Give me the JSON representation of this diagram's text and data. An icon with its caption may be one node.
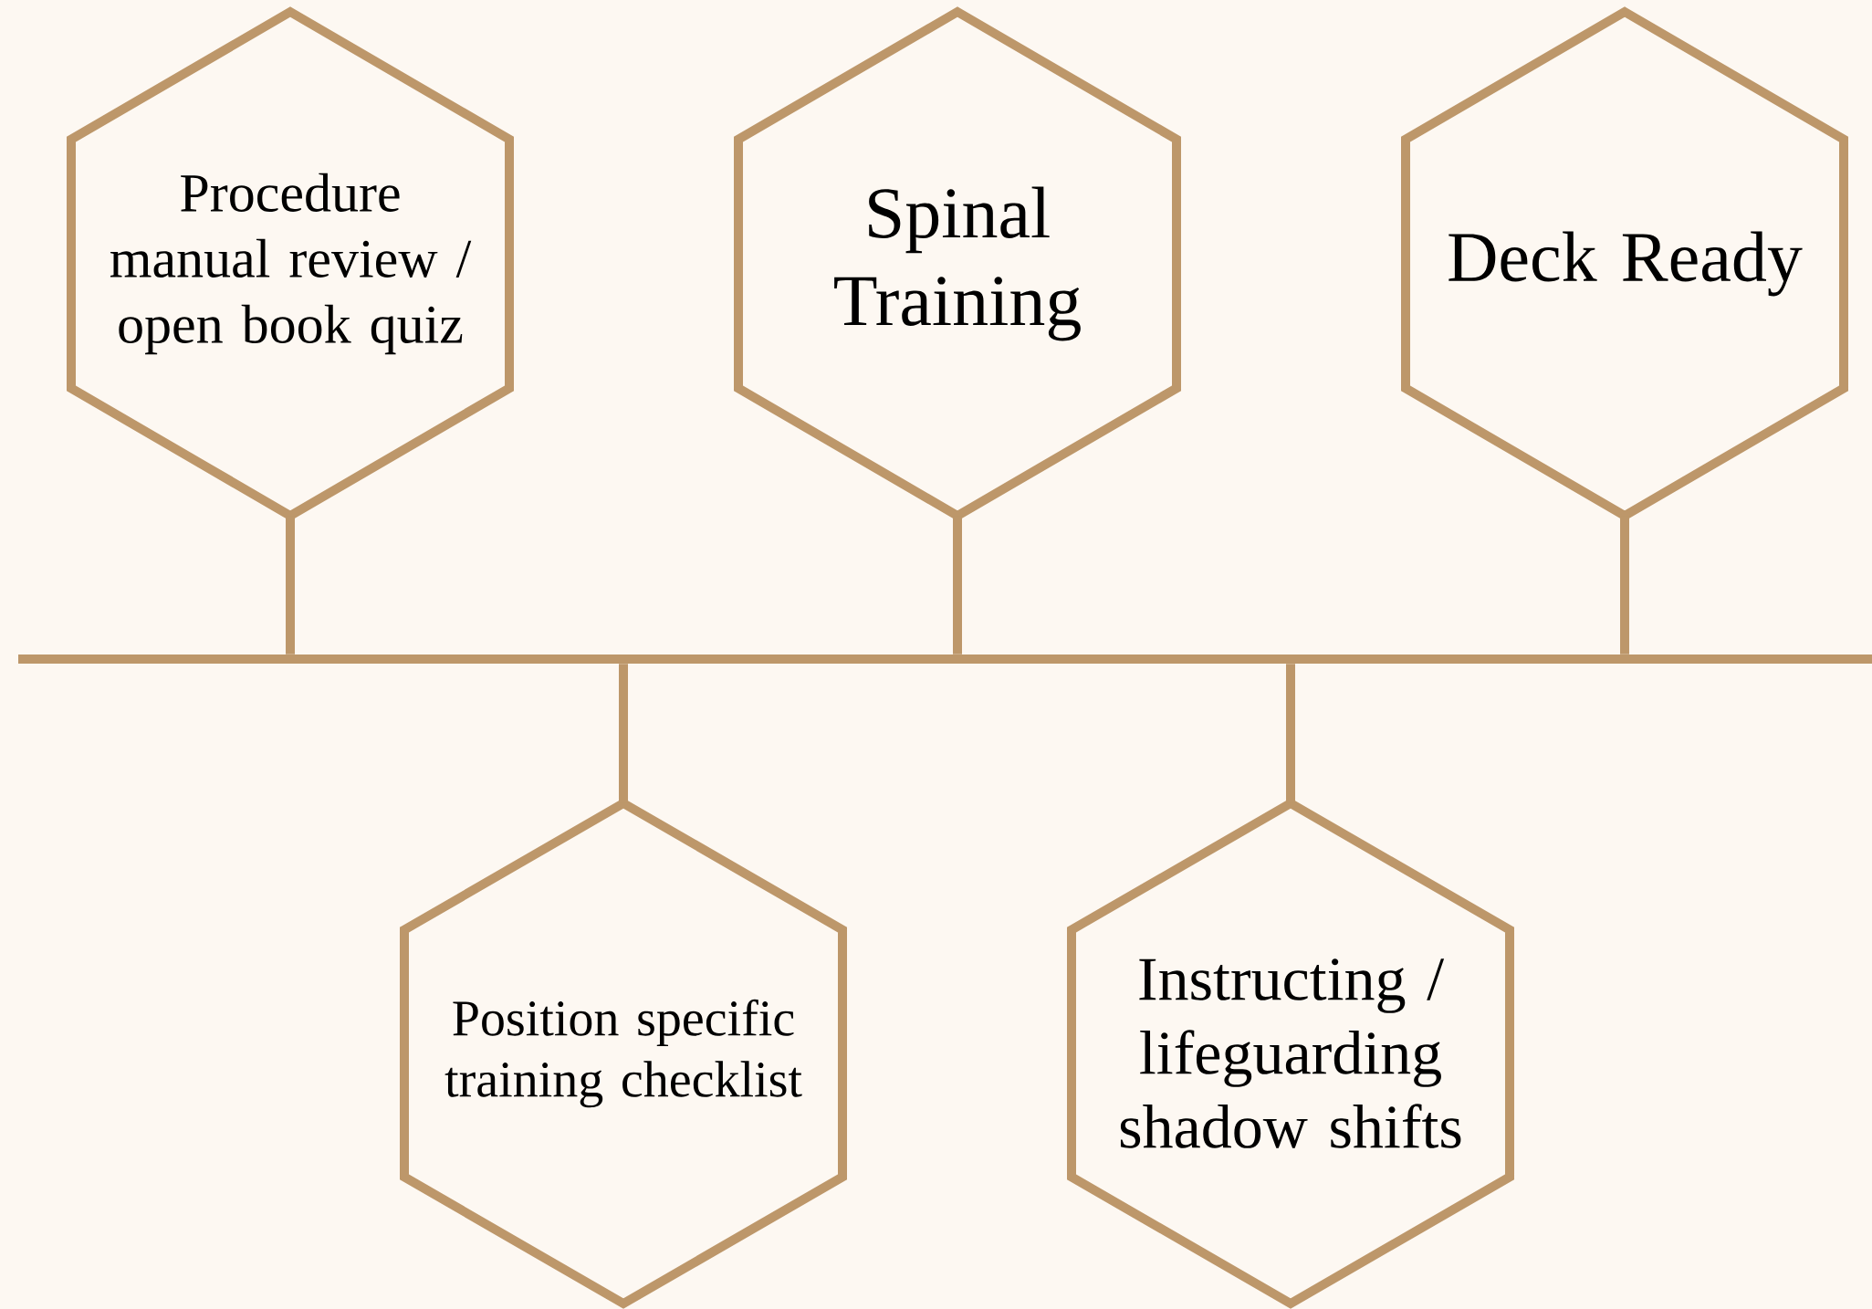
{
  "diagram": {
    "nodes": [
      {
        "text": [
          "Procedure manual review / open book quiz"
        ]
      },
      {
        "text": [
          "Spinal Training"
        ]
      },
      {
        "text": [
          "Deck Ready"
        ]
      },
      {
        "text": [],
        "shape": "bar"
      },
      {
        "text": [
          "Position specific training checklist"
        ]
      },
      {
        "text": [
          "Instructing / lifeguarding shadow shifts"
        ]
      }
    ],
    "edges": [
      {
        "from": 0,
        "to": 3,
        "arrow": "none"
      },
      {
        "from": 1,
        "to": 3,
        "arrow": "none"
      },
      {
        "from": 2,
        "to": 3,
        "arrow": "none"
      },
      {
        "from": 4,
        "to": 3,
        "arrow": "none"
      },
      {
        "from": 5,
        "to": 3,
        "arrow": "none"
      }
    ]
  }
}
